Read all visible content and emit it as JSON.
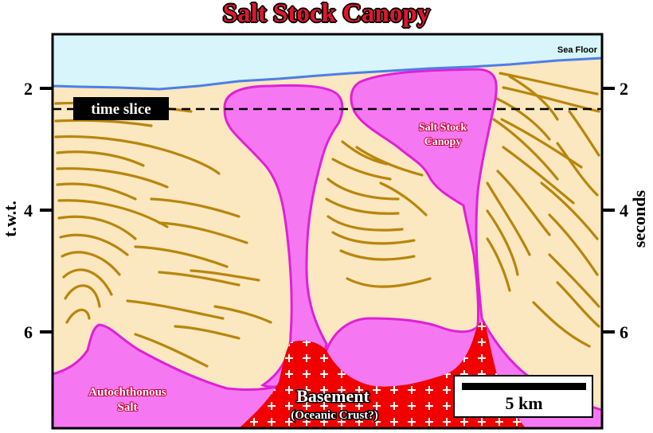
{
  "title": "Salt Stock Canopy",
  "labels": {
    "sea_floor": "Sea Floor",
    "time_slice": "time slice",
    "canopy_line1": "Salt Stock",
    "canopy_line2": "Canopy",
    "autochthonous_line1": "Autochthonous",
    "autochthonous_line2": "Salt",
    "basement_line1": "Basement",
    "basement_line2": "(Oceanic Crust?)",
    "scale": "5 km"
  },
  "axis": {
    "left_title": "t.w.t.",
    "right_title": "seconds",
    "ticks": [
      "2",
      "4",
      "6"
    ]
  },
  "colors": {
    "sediment": "#fbe7c0",
    "water": "#d7f5fa",
    "salt": "#f578f2",
    "salt_outline": "#e020d6",
    "basement": "#f20000",
    "strata": "#b8860b",
    "sea_floor_line": "#4d7ee6",
    "title": "#e3152b"
  }
}
